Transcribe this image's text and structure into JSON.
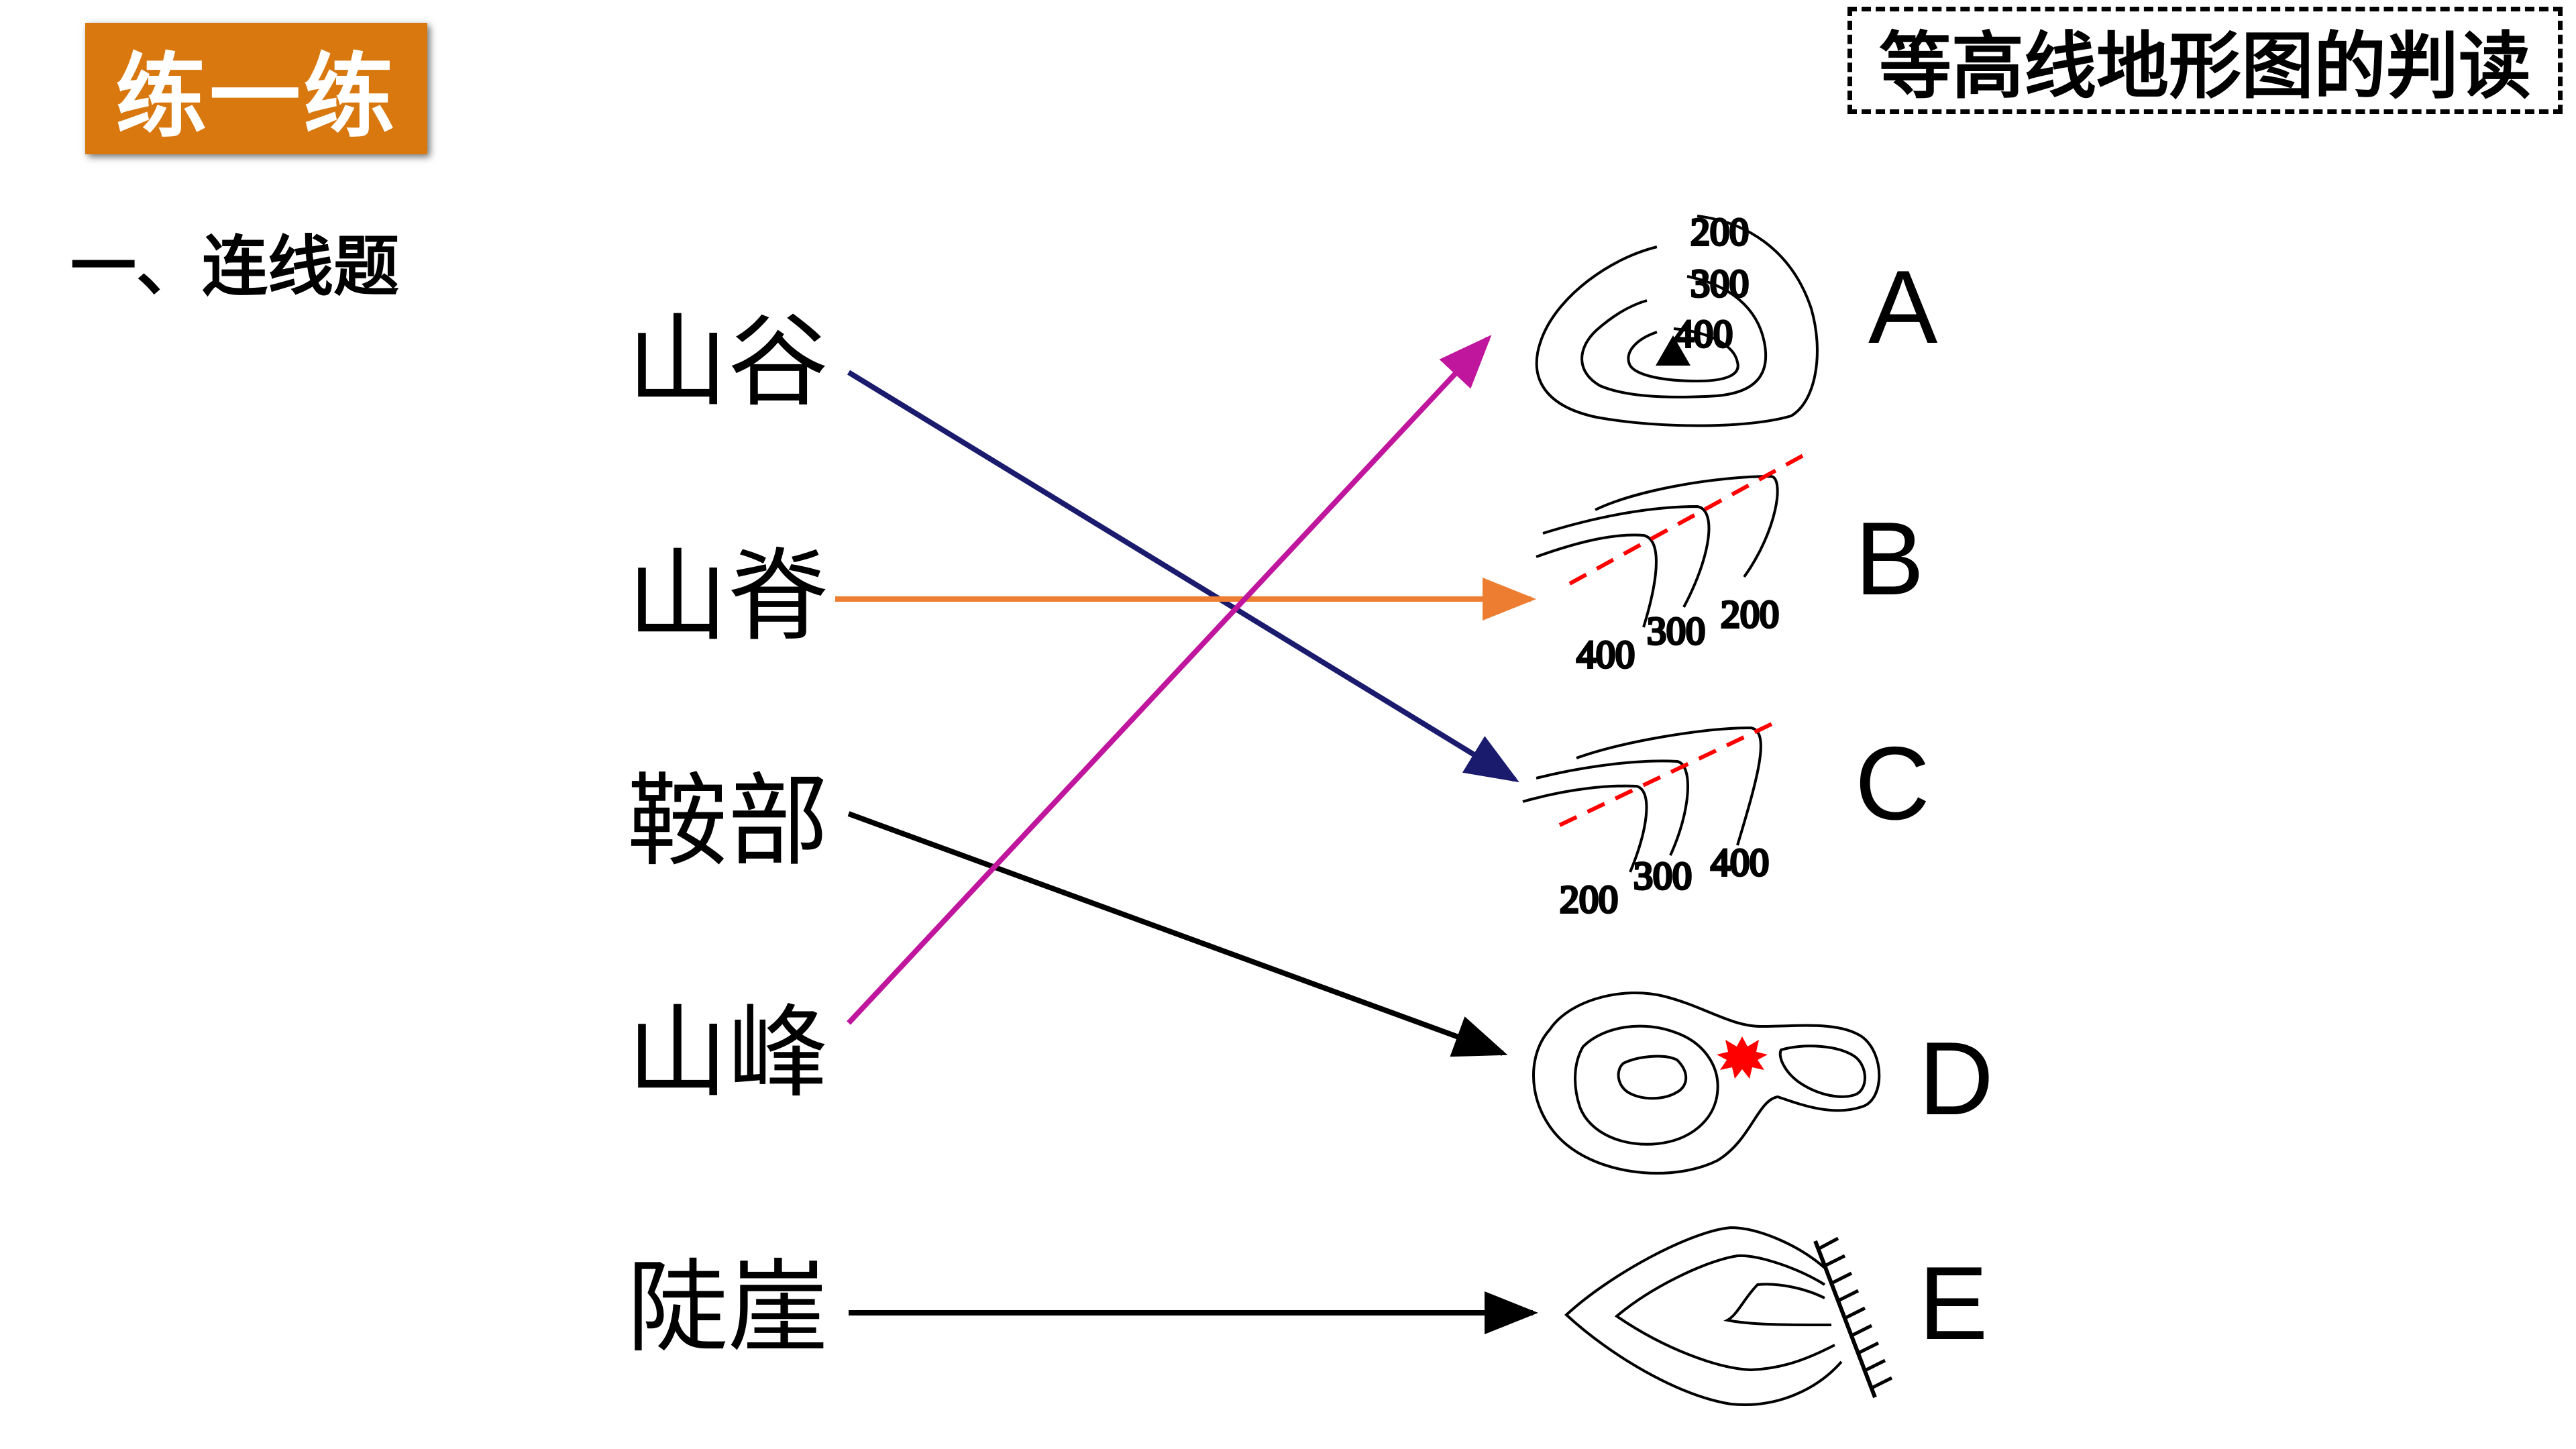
{
  "header": {
    "badge": "练一练",
    "topic": "等高线地形图的判读"
  },
  "question": {
    "title": "一、连线题"
  },
  "terms": [
    "山谷",
    "山脊",
    "鞍部",
    "山峰",
    "陡崖"
  ],
  "options": [
    "A",
    "B",
    "C",
    "D",
    "E"
  ],
  "contour_labels": {
    "A": [
      "200",
      "300",
      "400"
    ],
    "B": [
      "400",
      "300",
      "200"
    ],
    "C": [
      "200",
      "300",
      "400"
    ]
  },
  "connections": [
    {
      "from": "山谷",
      "to": "C",
      "color": "#1b1b6e"
    },
    {
      "from": "山脊",
      "to": "B",
      "color": "#ed7d31"
    },
    {
      "from": "鞍部",
      "to": "D",
      "color": "#000000"
    },
    {
      "from": "山峰",
      "to": "A",
      "color": "#c0169e"
    },
    {
      "from": "陡崖",
      "to": "E",
      "color": "#000000"
    }
  ],
  "colors": {
    "badge": "#d9780e",
    "ridge_valley_line": "#ff0000",
    "saddle_marker": "#ff0000"
  }
}
